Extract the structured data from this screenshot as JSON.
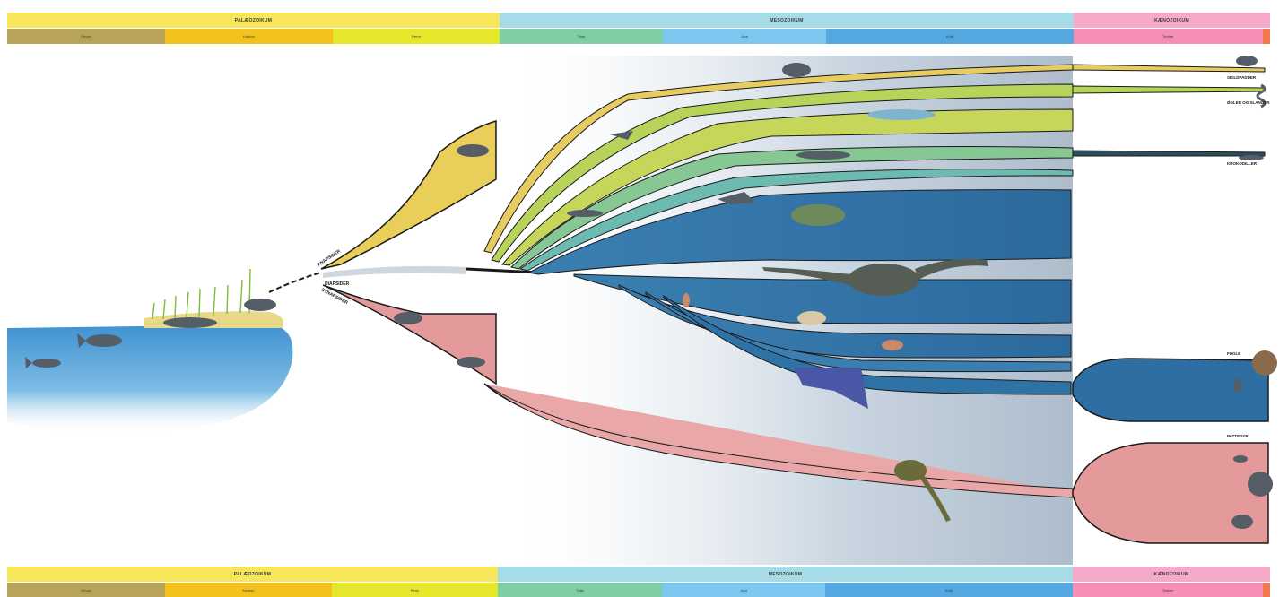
{
  "top_bar": {
    "eras": [
      {
        "name": "PALÆOZOIKUM",
        "color": "#f7e55a"
      },
      {
        "name": "MESOZOIKUM",
        "color": "#a6dce8"
      },
      {
        "name": "KÆNOZOIKUM",
        "color": "#f6a9c9"
      }
    ],
    "periods": [
      {
        "name": "Devon",
        "color": "#b7a45a"
      },
      {
        "name": "Karbon",
        "color": "#f4c21c"
      },
      {
        "name": "Perm",
        "color": "#e6e62a"
      },
      {
        "name": "Trias",
        "color": "#7fcfa4"
      },
      {
        "name": "Jura",
        "color": "#7cc7ef"
      },
      {
        "name": "Kridt",
        "color": "#55a8e0"
      },
      {
        "name": "Tertiær",
        "color": "#f58fb8"
      },
      {
        "name": "",
        "color": "#f0794a"
      }
    ]
  },
  "bottom_bar": {
    "eras": [
      {
        "name": "PALÆOZOIKUM"
      },
      {
        "name": "MESOZOIKUM"
      },
      {
        "name": "KÆNOZOIKUM"
      }
    ],
    "periods": [
      {
        "name": "Devon"
      },
      {
        "name": "Karbon"
      },
      {
        "name": "Perm"
      },
      {
        "name": "Trias"
      },
      {
        "name": "Jura"
      },
      {
        "name": "Kridt"
      },
      {
        "name": "Tertiær"
      },
      {
        "name": ""
      }
    ]
  },
  "branch_labels": {
    "anapsider": "ANAPSIDER",
    "diapsider": "DIAPSIDER",
    "synapsider": "SYNAPSIDER"
  },
  "group_labels": {
    "skildpadder": "SKILDPADDER",
    "oegler_slanger": "ØGLER OG SLANGER",
    "krokodiller": "KROKODILLER",
    "fugle": "FUGLE",
    "pattedyr": "PATTEDYR"
  },
  "colors": {
    "anapsid_fill": "#e9cf5a",
    "synapsid_fill": "#e49a9a",
    "archosaur_blue": "#2f72a6",
    "lepido_green": "#b7d35a",
    "ocean": "#2a86cc",
    "outline": "#1a1a1a"
  }
}
